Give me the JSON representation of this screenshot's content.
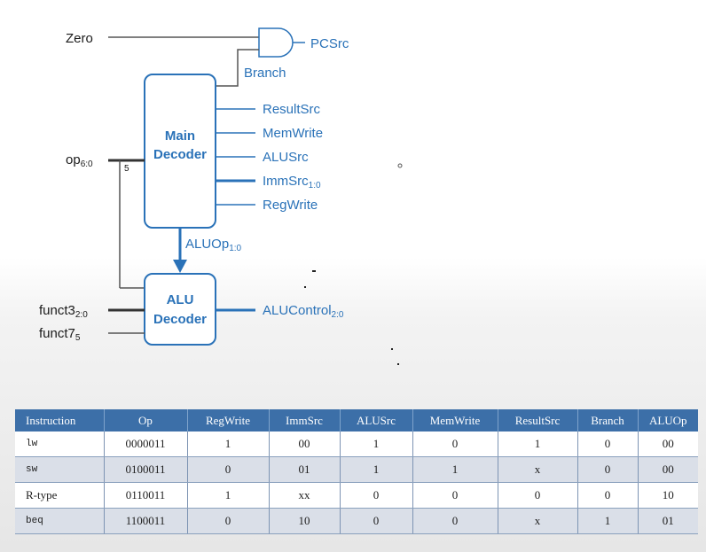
{
  "diagram": {
    "inputs": {
      "zero": "Zero",
      "op": "op",
      "op_sub": "6:0",
      "funct3": "funct3",
      "funct3_sub": "2:0",
      "funct7": "funct7",
      "funct7_sub": "5"
    },
    "bus_width": "5",
    "main_decoder": {
      "line1": "Main",
      "line2": "Decoder"
    },
    "alu_decoder": {
      "line1": "ALU",
      "line2": "Decoder"
    },
    "outputs": {
      "pcsrc": "PCSrc",
      "branch": "Branch",
      "resultsrc": "ResultSrc",
      "memwrite": "MemWrite",
      "alusrc": "ALUSrc",
      "immsrc": "ImmSrc",
      "immsrc_sub": "1:0",
      "regwrite": "RegWrite",
      "aluop": "ALUOp",
      "aluop_sub": "1:0",
      "alucontrol": "ALUControl",
      "alucontrol_sub": "2:0"
    },
    "colors": {
      "block_stroke": "#2a72b8",
      "wire": "#555555",
      "header": "#3c6fa8"
    }
  },
  "table": {
    "headers": [
      "Instruction",
      "Op",
      "RegWrite",
      "ImmSrc",
      "ALUSrc",
      "MemWrite",
      "ResultSrc",
      "Branch",
      "ALUOp"
    ],
    "rows": [
      [
        "lw",
        "0000011",
        "1",
        "00",
        "1",
        "0",
        "1",
        "0",
        "00"
      ],
      [
        "sw",
        "0100011",
        "0",
        "01",
        "1",
        "1",
        "x",
        "0",
        "00"
      ],
      [
        "R-type",
        "0110011",
        "1",
        "xx",
        "0",
        "0",
        "0",
        "0",
        "10"
      ],
      [
        "beq",
        "1100011",
        "0",
        "10",
        "0",
        "0",
        "x",
        "1",
        "01"
      ]
    ]
  }
}
